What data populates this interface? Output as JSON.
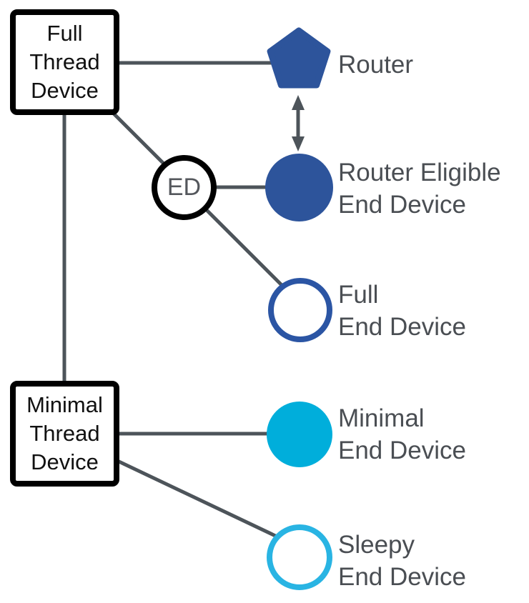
{
  "colors": {
    "router_blue": "#2d549b",
    "full_end_device_border_blue": "#2b55a4",
    "minimal_cyan": "#00aedb",
    "sleepy_border_cyan": "#29b4e3",
    "connector_gray": "#4d545a",
    "label_gray": "#4a4e53",
    "box_border_black": "#000000"
  },
  "boxes": {
    "full_thread_device": {
      "lines": [
        "Full",
        "Thread",
        "Device"
      ]
    },
    "minimal_thread_device": {
      "lines": [
        "Minimal",
        "Thread",
        "Device"
      ]
    }
  },
  "ed_badge": {
    "label": "ED"
  },
  "labels": {
    "router": "Router",
    "router_eligible": {
      "line1": "Router Eligible",
      "line2": "End Device"
    },
    "full": {
      "line1": "Full",
      "line2": "End Device"
    },
    "minimal": {
      "line1": "Minimal",
      "line2": "End Device"
    },
    "sleepy": {
      "line1": "Sleepy",
      "line2": "End Device"
    }
  }
}
